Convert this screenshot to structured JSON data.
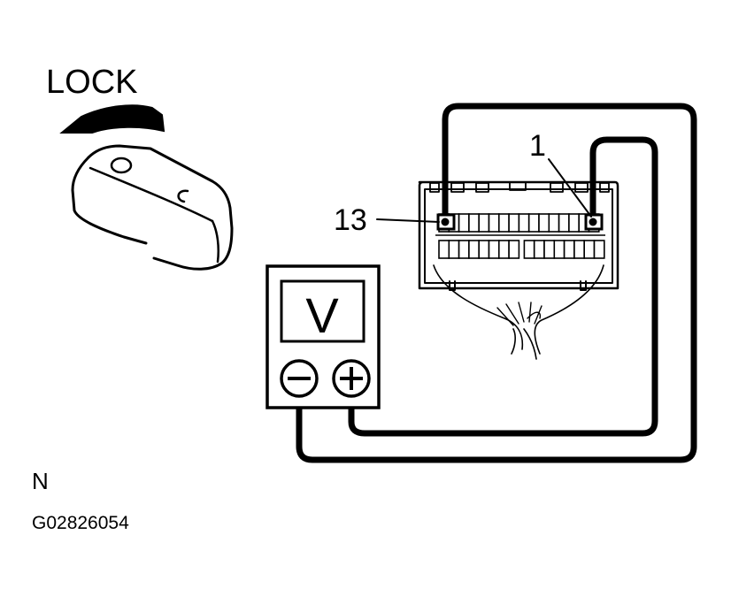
{
  "switch": {
    "position_label": "LOCK"
  },
  "connector": {
    "pin_a_label": "13",
    "pin_b_label": "1"
  },
  "meter": {
    "mode_label": "V",
    "neg_icon": "minus-icon",
    "pos_icon": "plus-icon"
  },
  "footer": {
    "letter": "N",
    "figure_code": "G02826054"
  }
}
